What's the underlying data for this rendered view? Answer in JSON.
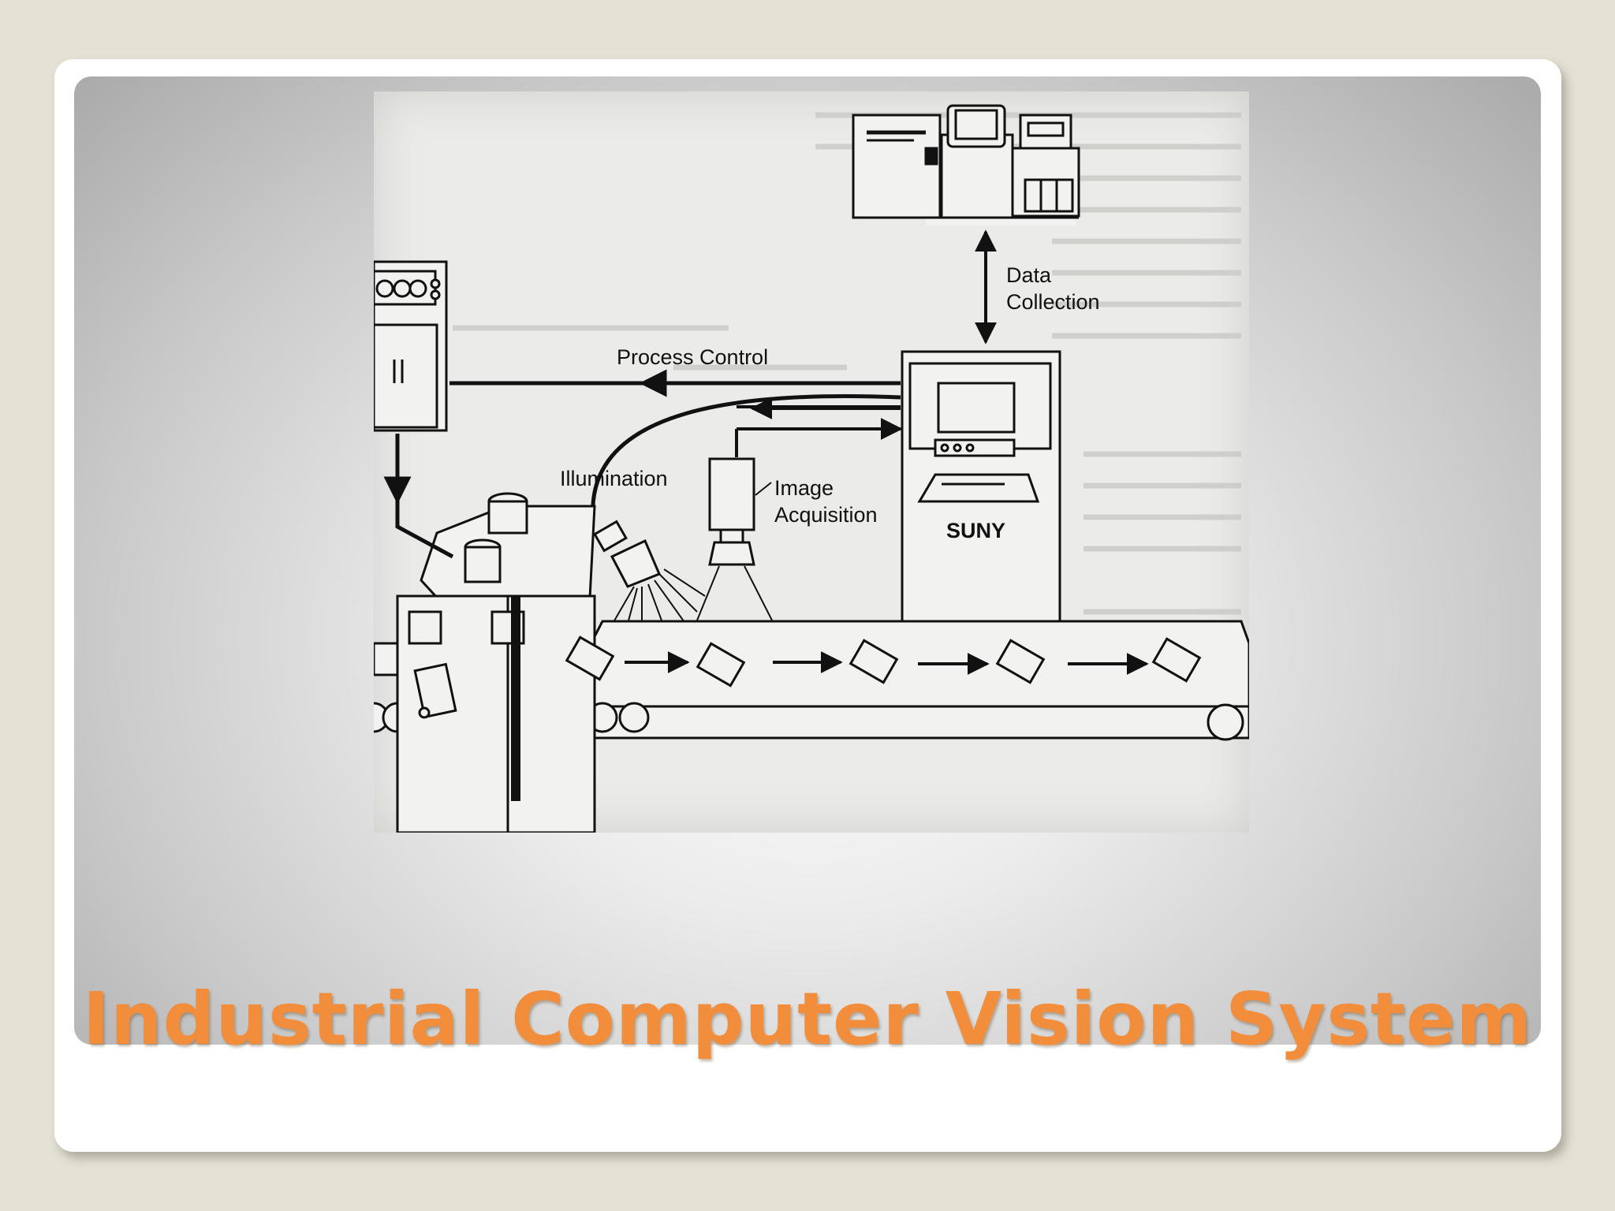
{
  "slide": {
    "title": "Industrial Computer Vision System"
  },
  "diagram": {
    "labels": {
      "data_collection": [
        "Data",
        "Collection"
      ],
      "process_control": "Process Control",
      "illumination": "Illumination",
      "image_acquisition": [
        "Image",
        "Acquisition"
      ],
      "suny": "SUNY"
    }
  },
  "colors": {
    "title": "#f28d3c",
    "background": "#e4e1d5",
    "panel": "#c9c9c9"
  }
}
